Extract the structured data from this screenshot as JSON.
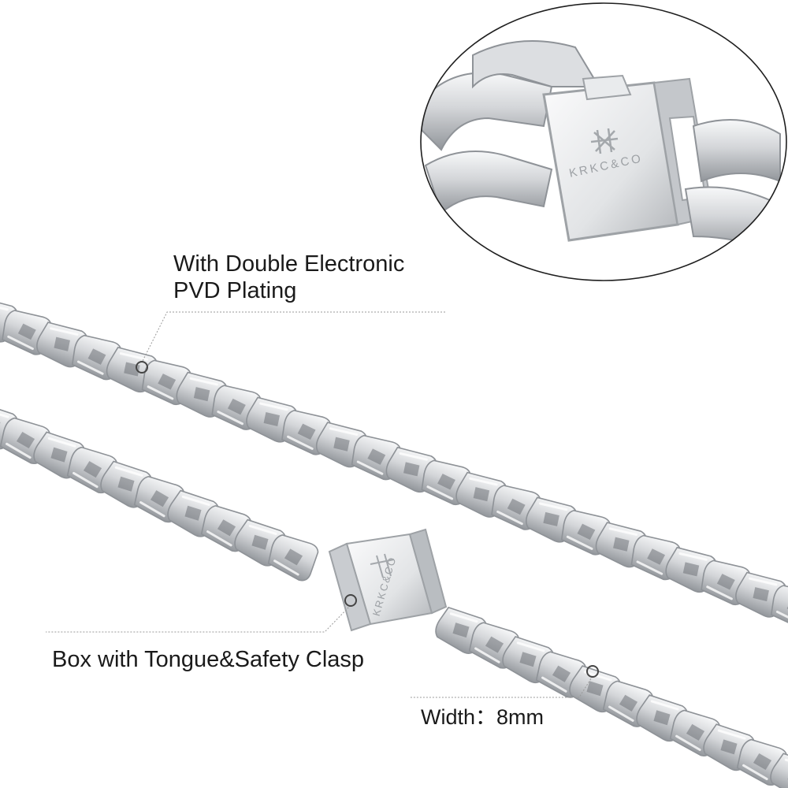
{
  "image": {
    "background_color": "#ffffff",
    "metal_color": "#cfd1d4",
    "metal_highlight": "#f4f5f6",
    "metal_shadow": "#8e9297",
    "callout_line_color": "#9a9a9a"
  },
  "brand": {
    "clasp_engraving": "KRKC&CO"
  },
  "callouts": {
    "plating": {
      "line1": "With Double Electronic",
      "line2": "PVD Plating"
    },
    "clasp": {
      "text": "Box with Tongue&Safety Clasp"
    },
    "width": {
      "text": "Width：8mm"
    }
  }
}
